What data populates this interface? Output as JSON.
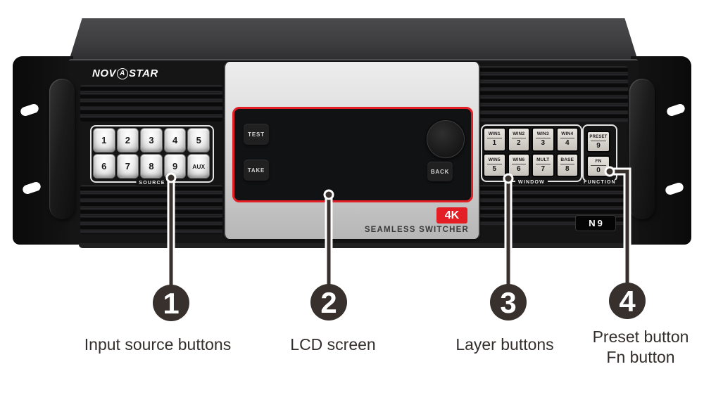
{
  "device": {
    "logo": {
      "left": "NOV",
      "mid": "A",
      "right": "STAR"
    },
    "model_badge": "N9",
    "badge_4k": "4K",
    "subtitle": "SEAMLESS SWITCHER",
    "source_section": {
      "label": "SOURCE",
      "buttons": [
        "1",
        "2",
        "3",
        "4",
        "5",
        "6",
        "7",
        "8",
        "9",
        "AUX"
      ]
    },
    "lcd": {
      "test_button": "TEST",
      "take_button": "TAKE",
      "back_button": "BACK"
    },
    "window_section": {
      "label": "WINDOW",
      "buttons": [
        {
          "top": "WIN1",
          "num": "1"
        },
        {
          "top": "WIN2",
          "num": "2"
        },
        {
          "top": "WIN3",
          "num": "3"
        },
        {
          "top": "WIN4",
          "num": "4"
        },
        {
          "top": "WIN5",
          "num": "5"
        },
        {
          "top": "WIN6",
          "num": "6"
        },
        {
          "top": "MULT",
          "num": "7"
        },
        {
          "top": "BASE",
          "num": "8"
        }
      ]
    },
    "function_section": {
      "label": "FUNCTION",
      "buttons": [
        {
          "top": "PRESET",
          "num": "9"
        },
        {
          "top": "FN",
          "num": "0"
        }
      ]
    }
  },
  "callouts": [
    {
      "number": "1",
      "lines": [
        "Input source buttons"
      ]
    },
    {
      "number": "2",
      "lines": [
        "LCD screen"
      ]
    },
    {
      "number": "3",
      "lines": [
        "Layer buttons"
      ]
    },
    {
      "number": "4",
      "lines": [
        "Preset button",
        "Fn button"
      ]
    }
  ],
  "colors": {
    "accent_red": "#e31e24",
    "callout_dark": "#37302c",
    "chassis_black": "#151515",
    "panel_silver": "#d9d9d9"
  }
}
